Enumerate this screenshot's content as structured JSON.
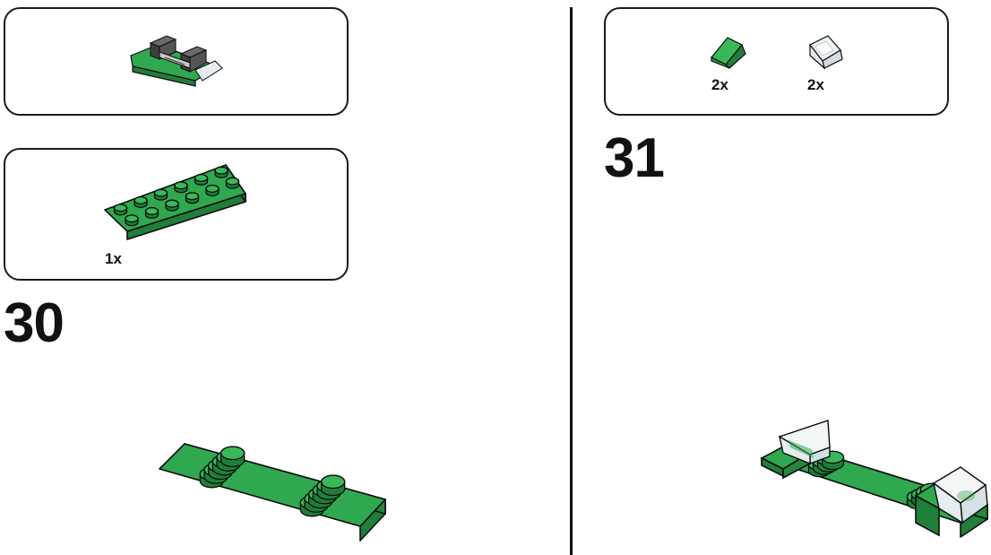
{
  "left_page": {
    "parts_list": {
      "items": [
        {
          "name": "plate-2x6",
          "qty": "1x",
          "color": "#2fa84f"
        }
      ]
    },
    "step_number": "30"
  },
  "right_page": {
    "parts_list": {
      "items": [
        {
          "name": "slope-green",
          "qty": "2x",
          "color": "#2fa84f"
        },
        {
          "name": "slope-trans-clear",
          "qty": "2x",
          "color": "#dde6ea"
        }
      ]
    },
    "step_number": "31"
  },
  "colors": {
    "green": "#2fa84f",
    "green_dark": "#1f7f3a",
    "green_top": "#39b85a",
    "outline": "#0d0d0d",
    "trans": "#e4ecef",
    "grey": "#4a4a4a"
  }
}
